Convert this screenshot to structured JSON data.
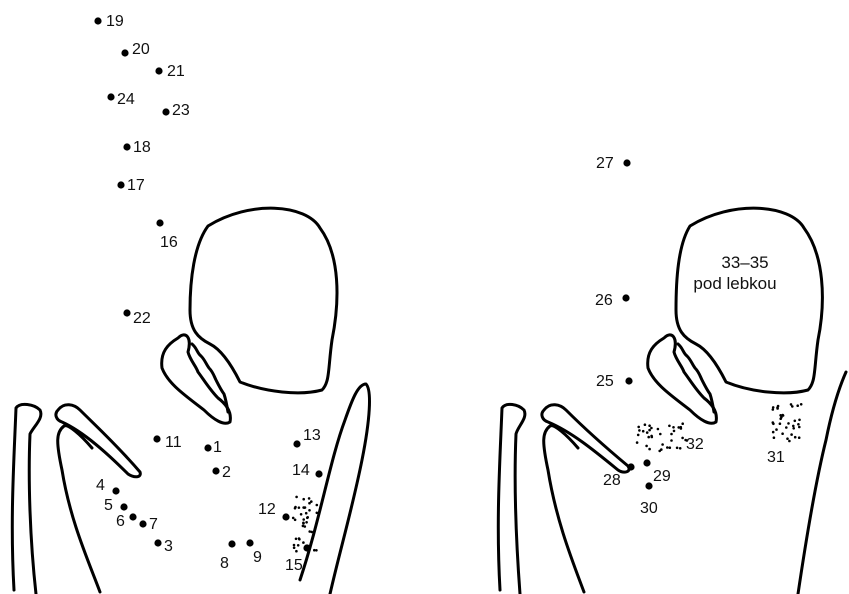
{
  "left_panel": {
    "points": [
      {
        "label": "1"
      },
      {
        "label": "2"
      },
      {
        "label": "3"
      },
      {
        "label": "4"
      },
      {
        "label": "5"
      },
      {
        "label": "6"
      },
      {
        "label": "7"
      },
      {
        "label": "8"
      },
      {
        "label": "9"
      },
      {
        "label": "11"
      },
      {
        "label": "12"
      },
      {
        "label": "13"
      },
      {
        "label": "14"
      },
      {
        "label": "15"
      },
      {
        "label": "16"
      },
      {
        "label": "17"
      },
      {
        "label": "18"
      },
      {
        "label": "19"
      },
      {
        "label": "20"
      },
      {
        "label": "21"
      },
      {
        "label": "22"
      },
      {
        "label": "23"
      },
      {
        "label": "24"
      }
    ]
  },
  "right_panel": {
    "points": [
      {
        "label": "25"
      },
      {
        "label": "26"
      },
      {
        "label": "27"
      },
      {
        "label": "28"
      },
      {
        "label": "29"
      },
      {
        "label": "30"
      }
    ],
    "areas": [
      {
        "label": "31"
      },
      {
        "label": "32"
      }
    ],
    "skull_caption": {
      "line1": "33–35",
      "line2": "pod lebkou"
    }
  }
}
